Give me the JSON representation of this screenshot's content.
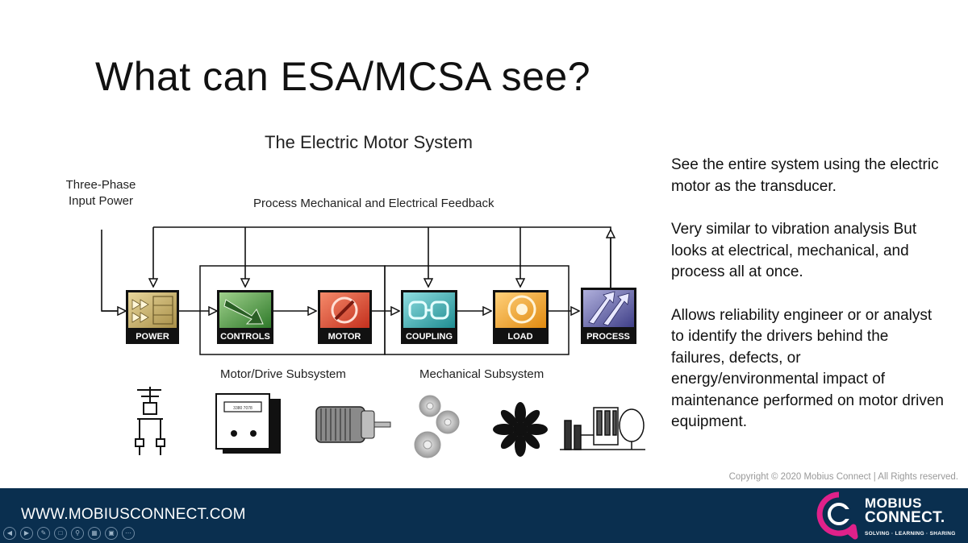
{
  "slide": {
    "title": "What can ESA/MCSA see?",
    "diagram_title": "The Electric Motor System",
    "input_power": "Three-Phase\nInput Power",
    "feedback_label": "Process Mechanical and Electrical Feedback",
    "subsystem_motor_drive": "Motor/Drive Subsystem",
    "subsystem_mechanical": "Mechanical Subsystem",
    "blocks": [
      "POWER",
      "CONTROLS",
      "MOTOR",
      "COUPLING",
      "LOAD",
      "PROCESS"
    ],
    "panel_text": "3380 7078",
    "bullets": [
      "See the entire system using the electric motor as the transducer.",
      "Very similar to vibration analysis But looks at electrical, mechanical, and process all at once.",
      "Allows reliability engineer or or analyst to identify the drivers behind the failures, defects, or energy/environmental impact of maintenance performed on motor driven equipment."
    ],
    "copyright": "Copyright © 2020 Mobius Connect | All Rights reserved."
  },
  "footer": {
    "url": "WWW.MOBIUSCONNECT.COM",
    "logo_line1": "MOBIUS",
    "logo_line2": "CONNECT.",
    "logo_tagline": "SOLVING · LEARNING · SHARING"
  },
  "nav_icons": [
    "prev-icon",
    "next-icon",
    "pen-icon",
    "slides-icon",
    "zoom-icon",
    "grid-icon",
    "camera-icon",
    "more-icon"
  ],
  "colors": {
    "footer_bg": "#0a2f4f",
    "power": "#c7ae6a",
    "controls": "#3f8a3a",
    "motor": "#d9432e",
    "coupling": "#2aa3a8",
    "load": "#f2a42a",
    "process": "#5a5a9c",
    "logo_ring": "#e0218a"
  }
}
